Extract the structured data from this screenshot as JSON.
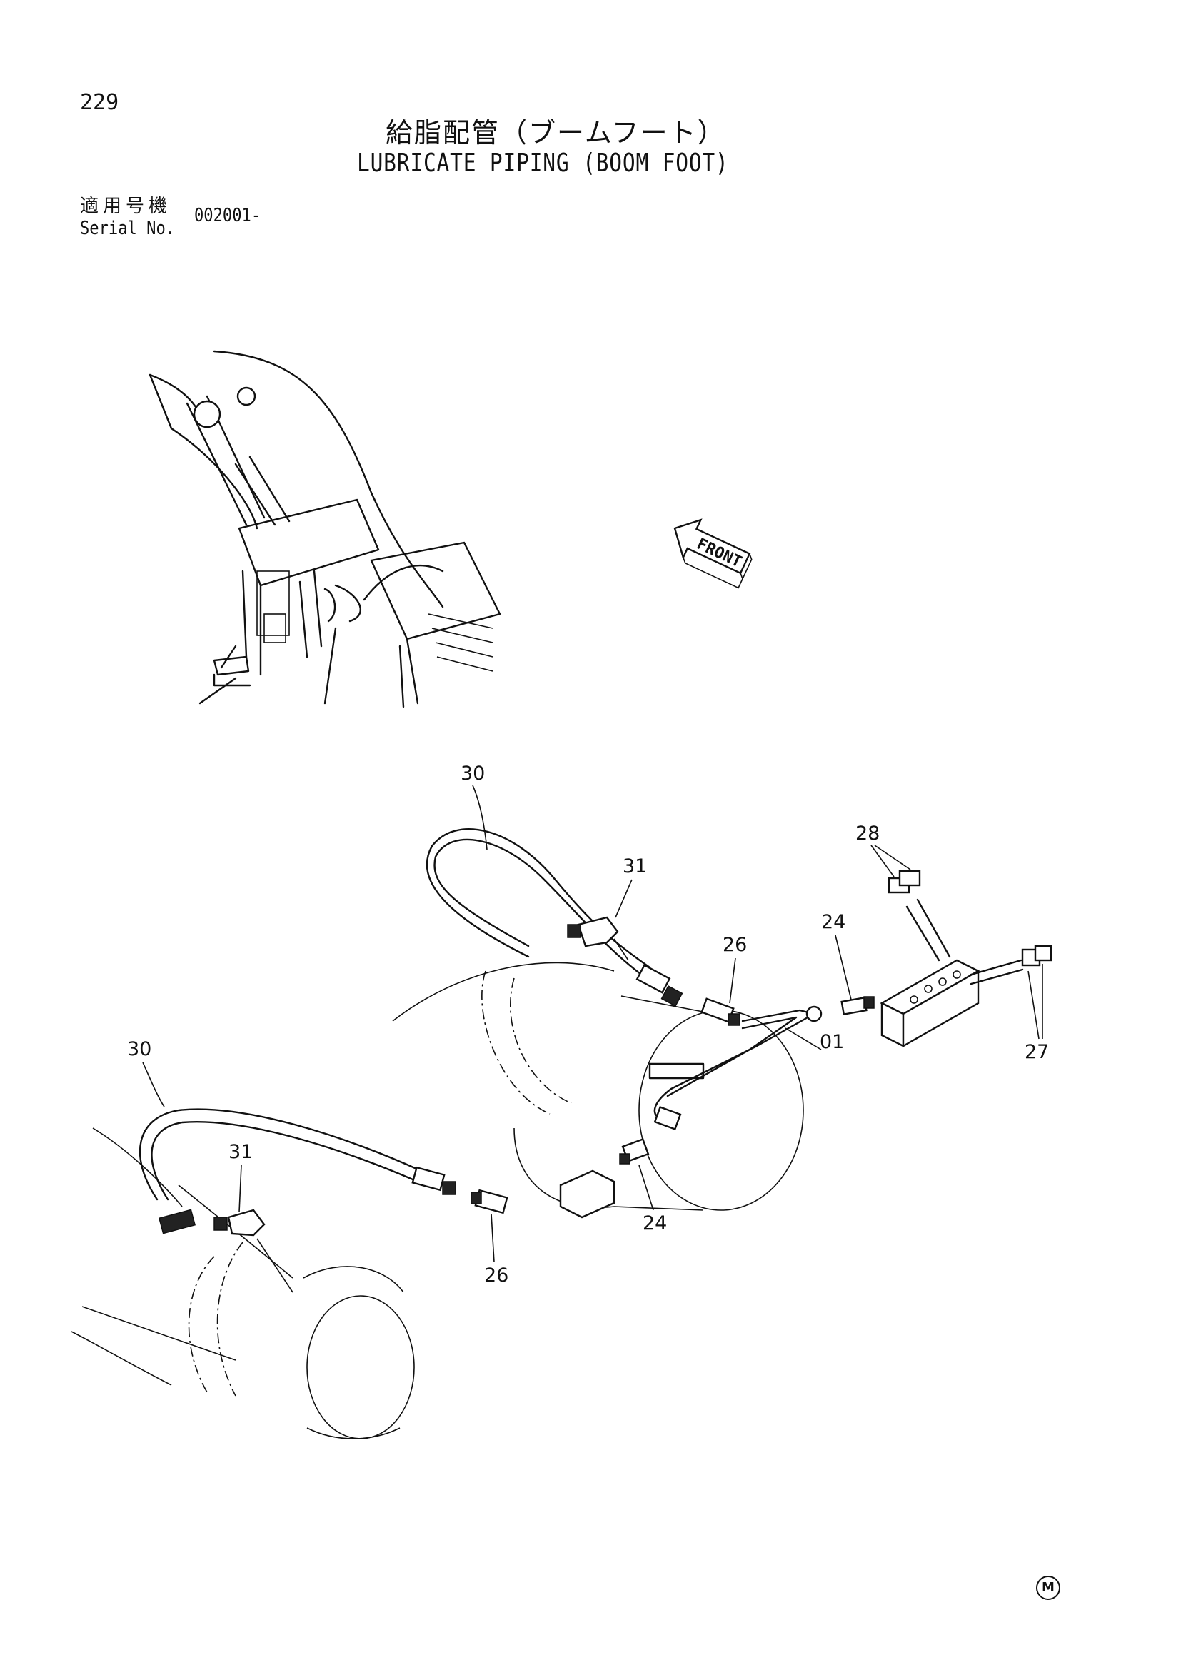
{
  "page_number": "229",
  "title_jp": "給脂配管（ブームフート）",
  "title_en": "LUBRICATE PIPING (BOOM FOOT)",
  "serial_label_jp": "適用号機",
  "serial_label_en": "Serial No.",
  "serial_value": "002001-",
  "front_label": "FRONT",
  "maker_mark": "M",
  "callouts": {
    "hose_upper": "30",
    "hose_lower": "30",
    "elbow_upper": "31",
    "elbow_lower": "31",
    "connector_upper": "26",
    "connector_lower": "26",
    "adapter_upper": "24",
    "adapter_lower": "24",
    "pipe": "01",
    "fitting_top": "28",
    "fitting_right": "27"
  }
}
